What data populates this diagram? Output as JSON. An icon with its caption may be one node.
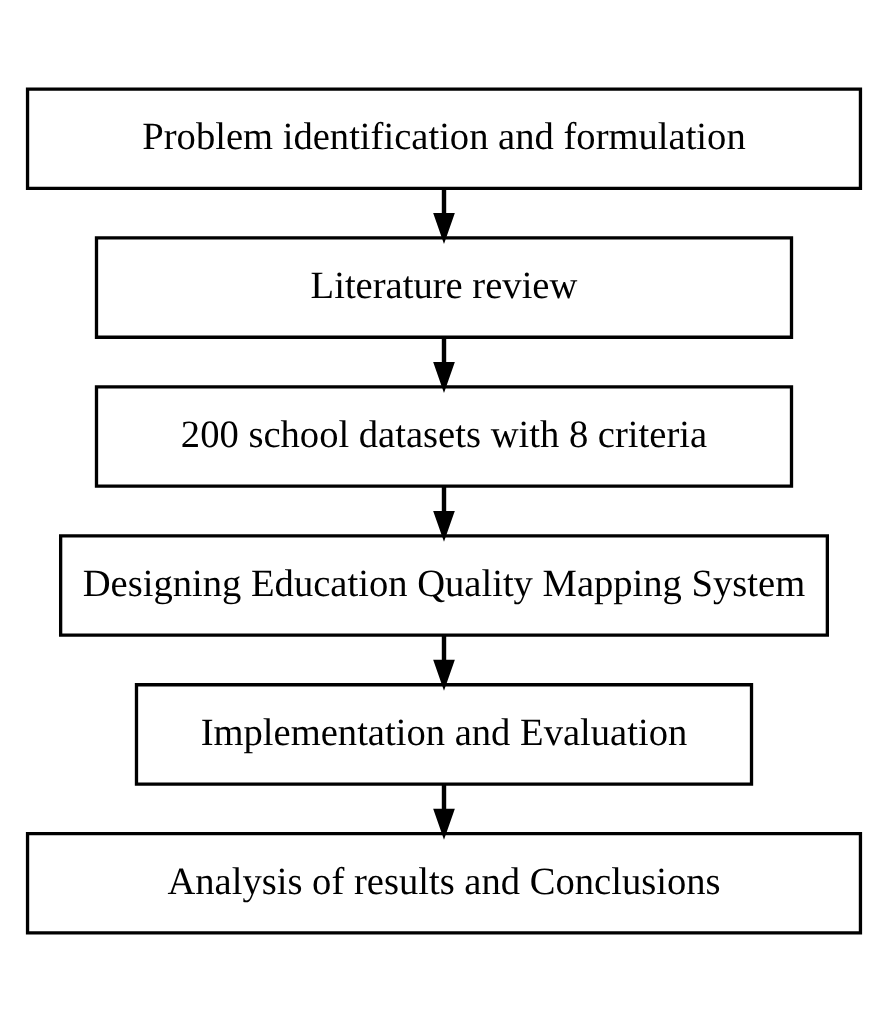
{
  "diagram": {
    "nodes": [
      {
        "text": [
          "Problem identification and formulation"
        ]
      },
      {
        "text": [
          "Literature review"
        ]
      },
      {
        "text": [
          "200 school datasets with 8 criteria"
        ]
      },
      {
        "text": [
          "Designing Education Quality Mapping System"
        ]
      },
      {
        "text": [
          "Implementation and Evaluation"
        ]
      },
      {
        "text": [
          "Analysis of results and Conclusions"
        ]
      }
    ],
    "edges": [
      {
        "from": 0,
        "to": 1,
        "arrow": "to"
      },
      {
        "from": 1,
        "to": 2,
        "arrow": "to"
      },
      {
        "from": 2,
        "to": 3,
        "arrow": "to"
      },
      {
        "from": 3,
        "to": 4,
        "arrow": "to"
      },
      {
        "from": 4,
        "to": 5,
        "arrow": "to"
      }
    ]
  }
}
